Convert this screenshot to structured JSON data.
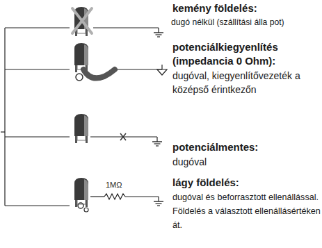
{
  "diagram": {
    "labels": [
      "kemény földelés:",
      "dugó nélkül (szállítási álla pot)",
      "potenciálkiegyenlítés (impedancia 0 Ohm):",
      "dugóval, kiegyenlítővezeték a középső érintkezőn",
      "potenciálmentes:",
      "dugóval",
      "1MΩ",
      "lágy földelés:",
      "dugóval és beforrasztott ellenállással. Földelés a választott ellenállásértéken át."
    ]
  }
}
